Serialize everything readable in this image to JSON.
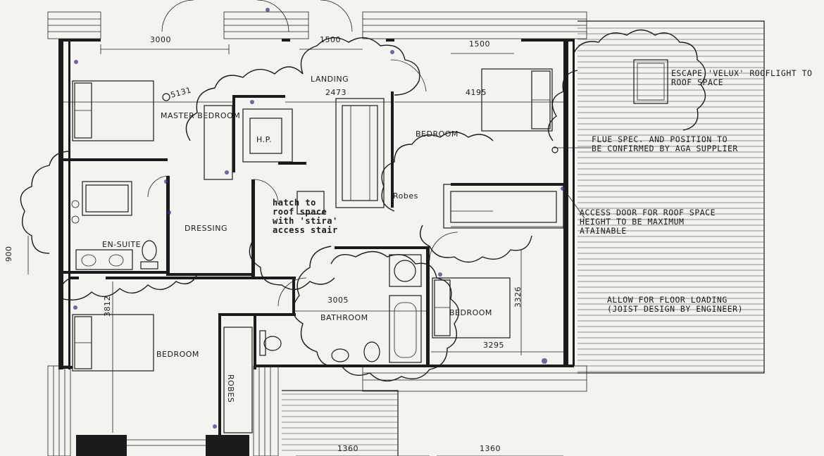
{
  "rooms": {
    "master_bedroom": "MASTER BEDROOM",
    "hp": "H.P.",
    "landing": "LANDING",
    "bedroom_ne": "BEDROOM",
    "robes_ne": "Robes",
    "en_suite": "EN-SUITE",
    "dressing": "DRESSING",
    "bedroom_sw": "BEDROOM",
    "robes_sw": "ROBES",
    "bathroom": "BATHROOM",
    "bedroom_se": "BEDROOM"
  },
  "dimensions": {
    "d3000": "3000",
    "d1500a": "1500",
    "d1500b": "1500",
    "d5131": "5131",
    "d2473": "2473",
    "d4195": "4195",
    "d900": "900",
    "d3812": "3812",
    "d3005": "3005",
    "d3326": "3326",
    "d3295": "3295",
    "d1360a": "1360",
    "d1360b": "1360"
  },
  "notes": {
    "velux": [
      "ESCAPE 'VELUX' ROOFLIGHT TO",
      "ROOF SPACE"
    ],
    "flue": [
      "FLUE SPEC. AND POSITION TO",
      "BE CONFIRMED BY AGA SUPPLIER"
    ],
    "access": [
      "ACCESS DOOR FOR ROOF SPACE",
      "HEIGHT TO BE MAXIMUM",
      "ATAINABLE"
    ],
    "floor": [
      "ALLOW FOR FLOOR LOADING",
      "(JOIST DESIGN BY ENGINEER)"
    ],
    "hatch": [
      "hatch to",
      "roof space",
      "with 'stira'",
      "access stair"
    ]
  },
  "colors": {
    "ink": "#1b1b1b",
    "paper": "#f4f3ef",
    "markup": "#3a2a7a"
  }
}
